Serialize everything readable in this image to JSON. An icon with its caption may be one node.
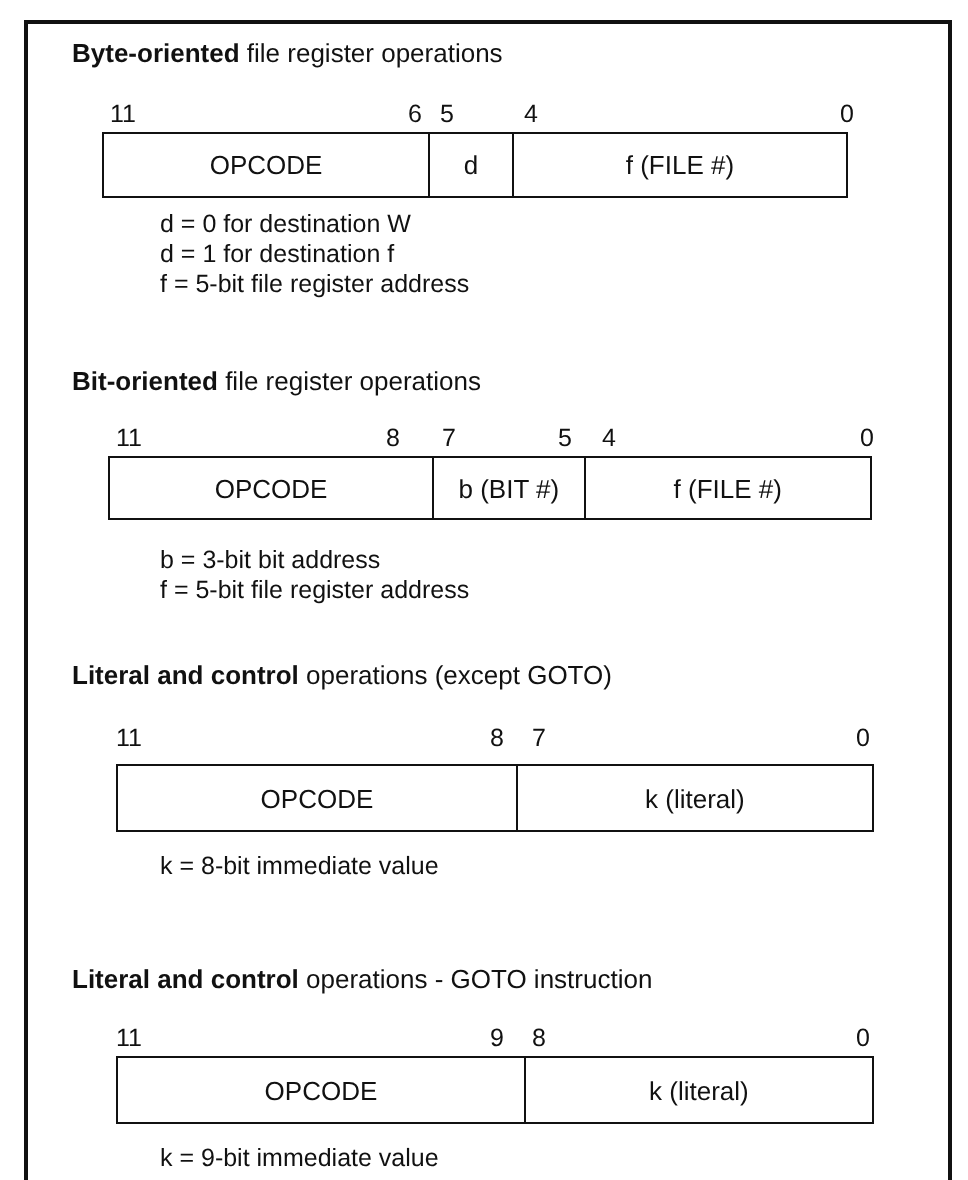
{
  "diagram": {
    "nodes": [
      {
        "text": [
          "OPCODE"
        ]
      },
      {
        "text": [
          "d"
        ]
      },
      {
        "text": [
          "f (FILE #)"
        ]
      },
      {
        "text": [
          "OPCODE"
        ]
      },
      {
        "text": [
          "b (BIT #)"
        ]
      },
      {
        "text": [
          "f (FILE #)"
        ]
      },
      {
        "text": [
          "OPCODE"
        ]
      },
      {
        "text": [
          "k (literal)"
        ]
      },
      {
        "text": [
          "OPCODE"
        ]
      },
      {
        "text": [
          "k (literal)"
        ]
      }
    ],
    "edges": [],
    "labels": [
      "**Byte-oriented** file register operations",
      "11",
      "6",
      "5",
      "4",
      "0",
      "d = 0 for destination W",
      "d = 1 for destination f",
      "f = 5-bit file register address",
      "**Bit-oriented** file register operations",
      "11",
      "8",
      "7",
      "5",
      "4",
      "0",
      "b = 3-bit bit address",
      "f = 5-bit file register address",
      "**Literal and control** operations (except GOTO)",
      "11",
      "8",
      "7",
      "0",
      "k = 8-bit immediate value",
      "**Literal and control** operations - GOTO instruction",
      "11",
      "9",
      "8",
      "0",
      "k = 9-bit immediate value"
    ]
  }
}
